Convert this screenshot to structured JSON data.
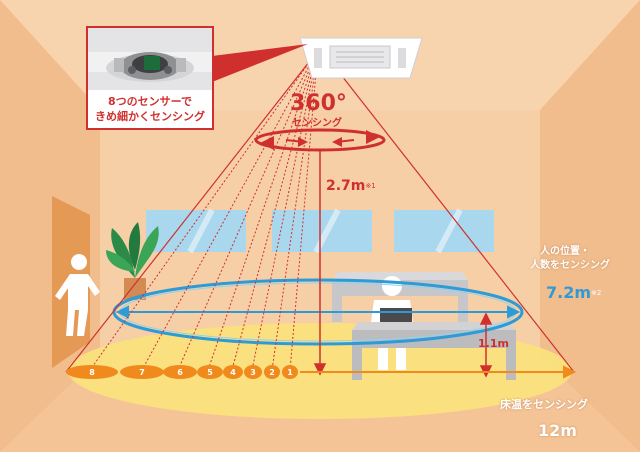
{
  "callout": {
    "text_line1": "8つのセンサーで",
    "text_line2": "きめ細かくセンシング"
  },
  "rotation": {
    "degrees": "360°",
    "label": "センシング"
  },
  "ceiling_height": {
    "value": "2.7m",
    "note": "※1"
  },
  "people_sensing": {
    "line1": "人の位置・",
    "line2": "人数をセンシング",
    "range": "7.2m",
    "note": "※2"
  },
  "desk_height": {
    "value": "1.1m"
  },
  "floor_sensing": {
    "label": "床温をセンシング",
    "range": "12m"
  },
  "sensor_zones": [
    "8",
    "7",
    "6",
    "5",
    "4",
    "3",
    "2",
    "1"
  ],
  "colors": {
    "accent_red": "#d0302d",
    "wall": "#f3c79b",
    "floor_yellow": "#fbe27d",
    "zone_orange": "#f08a1c",
    "people_ring": "#2e9ad6",
    "window_blue": "#a9d7ee"
  }
}
